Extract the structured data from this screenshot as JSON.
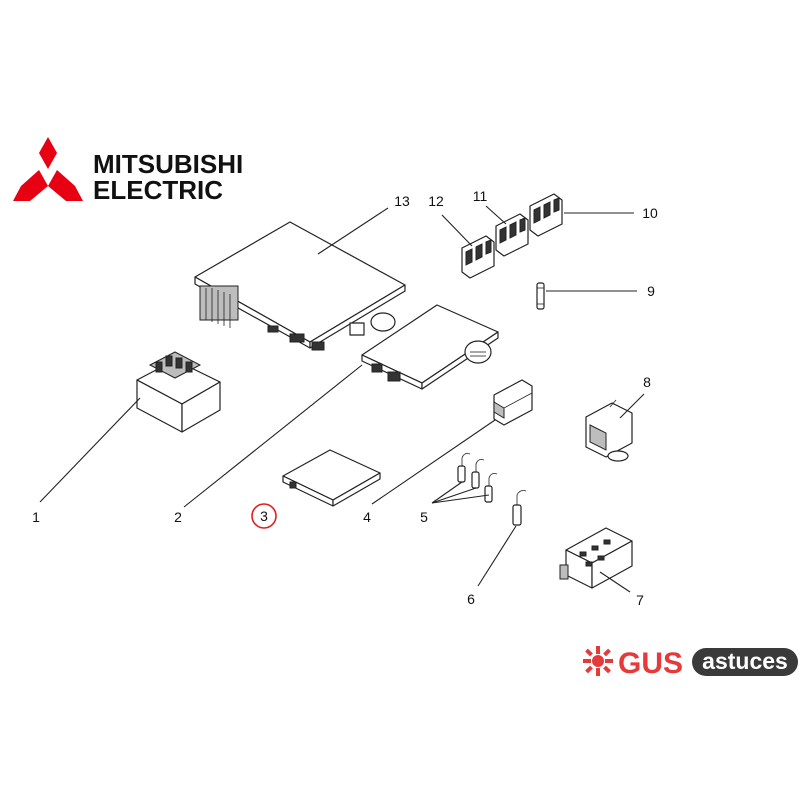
{
  "brand": {
    "name_line1": "MITSUBISHI",
    "name_line2": "ELECTRIC",
    "logo_color": "#e60012"
  },
  "callouts": [
    {
      "id": "1",
      "label": "1"
    },
    {
      "id": "2",
      "label": "2"
    },
    {
      "id": "3",
      "label": "3",
      "highlighted": true,
      "highlight_color": "#e02020"
    },
    {
      "id": "4",
      "label": "4"
    },
    {
      "id": "5",
      "label": "5"
    },
    {
      "id": "6",
      "label": "6"
    },
    {
      "id": "7",
      "label": "7"
    },
    {
      "id": "8",
      "label": "8"
    },
    {
      "id": "9",
      "label": "9"
    },
    {
      "id": "10",
      "label": "10"
    },
    {
      "id": "11",
      "label": "11"
    },
    {
      "id": "12",
      "label": "12"
    },
    {
      "id": "13",
      "label": "13"
    }
  ],
  "watermark": {
    "word1": "GUS",
    "word2": "astuces",
    "accent_color": "#e63a3a",
    "pill_color": "#3a3a3a"
  }
}
